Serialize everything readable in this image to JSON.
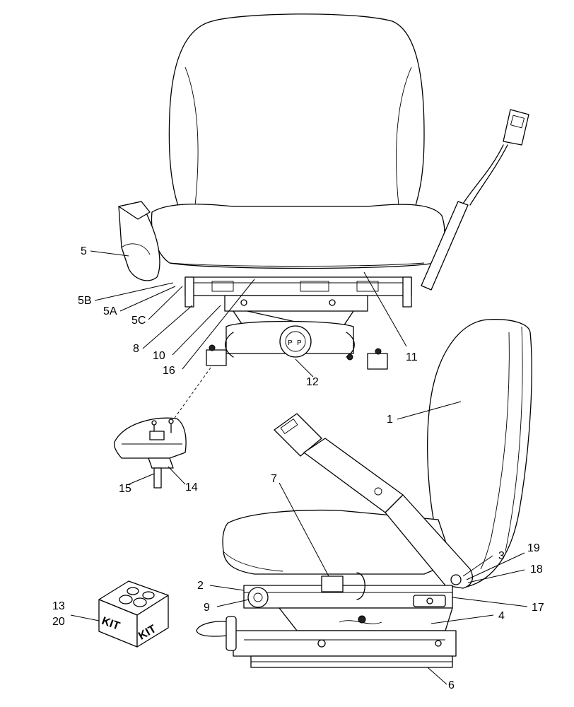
{
  "callouts": {
    "c1": "1",
    "c2": "2",
    "c3": "3",
    "c4": "4",
    "c5": "5",
    "c5A": "5A",
    "c5B": "5B",
    "c5C": "5C",
    "c6": "6",
    "c7": "7",
    "c8": "8",
    "c9": "9",
    "c10": "10",
    "c11": "11",
    "c12": "12",
    "c13": "13",
    "c14": "14",
    "c15": "15",
    "c16": "16",
    "c17": "17",
    "c18": "18",
    "c19": "19",
    "c20": "20"
  },
  "kit_box": {
    "label_left": "KIT",
    "label_right": "KIT"
  }
}
